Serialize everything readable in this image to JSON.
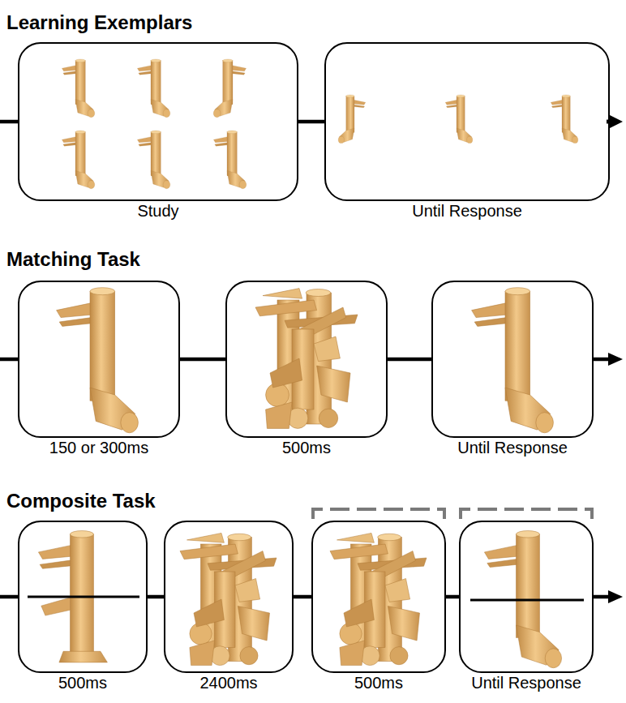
{
  "diagram": {
    "nodes": [
      {
        "text": [
          "Study"
        ]
      },
      {
        "text": [
          "Until Response"
        ]
      },
      {
        "text": [
          "150 or 300ms"
        ]
      },
      {
        "text": [
          "500ms"
        ]
      },
      {
        "text": [
          "Until Response"
        ]
      },
      {
        "text": [
          "500ms"
        ]
      },
      {
        "text": [
          "2400ms"
        ]
      },
      {
        "text": [
          "500ms"
        ]
      },
      {
        "text": [
          "Until Response"
        ]
      }
    ],
    "edges": [
      {
        "from": 0,
        "to": 1,
        "arrow": "none"
      },
      {
        "from": 2,
        "to": 3,
        "arrow": "none"
      },
      {
        "from": 3,
        "to": 4,
        "arrow": "none"
      },
      {
        "from": 5,
        "to": 6,
        "arrow": "none"
      },
      {
        "from": 6,
        "to": 7,
        "arrow": "none"
      },
      {
        "from": 7,
        "to": 8,
        "arrow": "none"
      }
    ],
    "labels": [
      "Learning Exemplars",
      "Matching Task",
      "Composite Task"
    ]
  }
}
